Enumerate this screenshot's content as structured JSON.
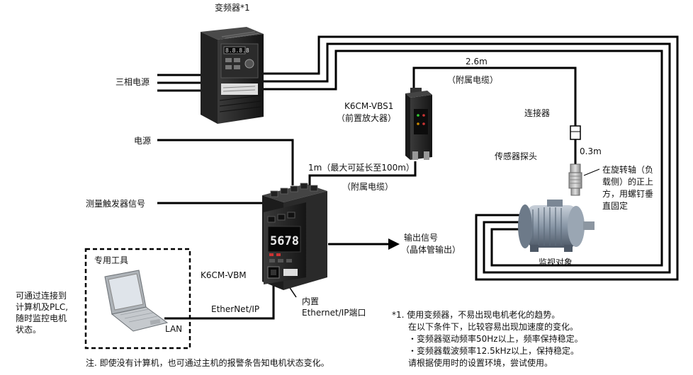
{
  "labels": {
    "inverter": "变频器*1",
    "three_phase": "三相电源",
    "power": "电源",
    "trigger": "测量触发器信号",
    "amp_model": "K6CM-VBS1",
    "amp_desc": "（前置放大器）",
    "dist_26": "2.6m",
    "cable_upper": "（附属电缆）",
    "connector": "连接器",
    "dist_03": "0.3m",
    "probe": "传感器探头",
    "mount_note": [
      "在旋转轴（负",
      "载侧）的正上",
      "方，用螺钉垂",
      "直固定"
    ],
    "dist_1m": "1m（最大可延长至100m）",
    "cable_lower": "（附属电缆）",
    "output_title": "输出信号",
    "output_desc": "（晶体管输出）",
    "monitored": "监视对象",
    "main_model": "K6CM-VBM",
    "tool": "专用工具",
    "lan": "LAN",
    "ethernet": "EtherNet/IP",
    "port_line1": "内置",
    "port_line2": "Ethernet/IP端口",
    "left_note": [
      "可通过连接到",
      "计算机及PLC,",
      "随时监控电机",
      "状态。"
    ],
    "display_value": "5678",
    "inverter_display": "8.8.8.8"
  },
  "footnote": [
    "*1. 使用变频器，不易出现电机老化的趋势。",
    "在以下条件下，比较容易出现加速度的变化。",
    "・变频器驱动频率50Hz以上，频率保持稳定。",
    "・变频器载波频率12.5kHz以上，保持稳定。",
    "请根据使用时的设置环境，尝试使用。"
  ],
  "bottom_note": "注. 即使没有计算机，也可通过主机的报警条告知电机状态变化。"
}
